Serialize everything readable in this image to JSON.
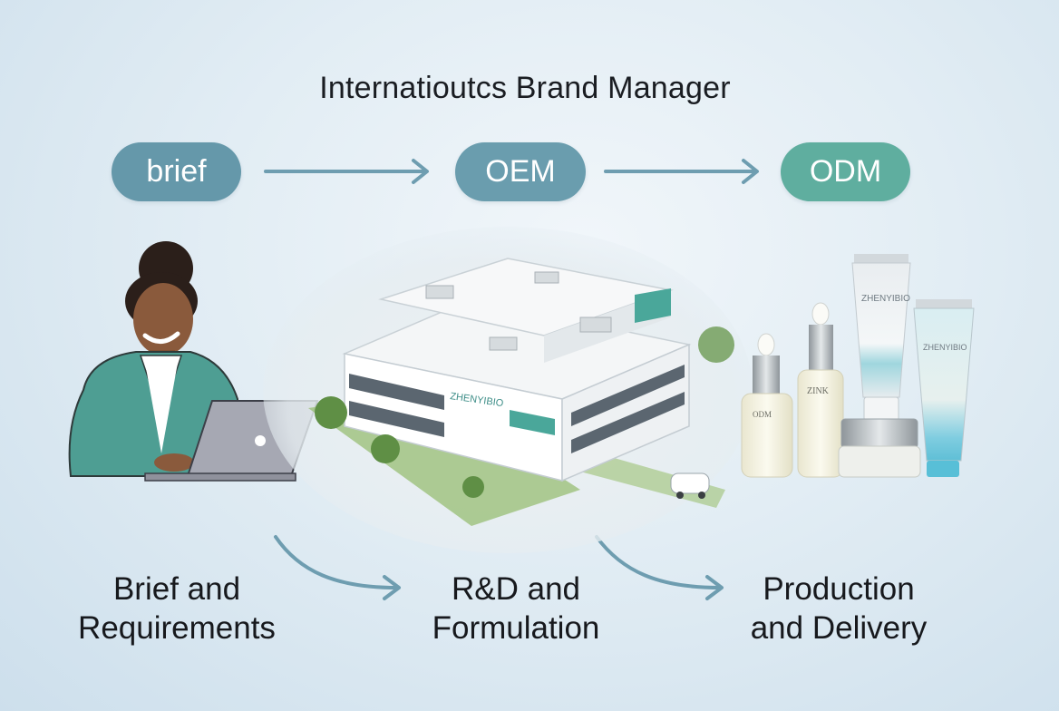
{
  "title": "Internatioutcs Brand Manager",
  "pills": {
    "brief": "brief",
    "oem": "OEM",
    "odm": "ODM"
  },
  "stages": {
    "brief": [
      "Brief and",
      "Requirements"
    ],
    "rnd": [
      "R&D and",
      "Formulation"
    ],
    "production": [
      "Production",
      "and Delivery"
    ]
  },
  "building_sign": "ZHENYIBIO",
  "product_labels": {
    "dropper_small": "ODM",
    "dropper_tall": "ZINK",
    "tube_large": "ZHENYIBIO",
    "tube_small": "ZHENYIBIO"
  },
  "colors": {
    "pill_brief": "#6598aa",
    "pill_oem": "#6a9dae",
    "pill_odm": "#5fae9f",
    "arrow": "#6e9db0",
    "accent_teal": "#4aa79a"
  },
  "icons": [
    "person-with-laptop-illustration",
    "factory-building-illustration",
    "cosmetic-products-illustration"
  ]
}
